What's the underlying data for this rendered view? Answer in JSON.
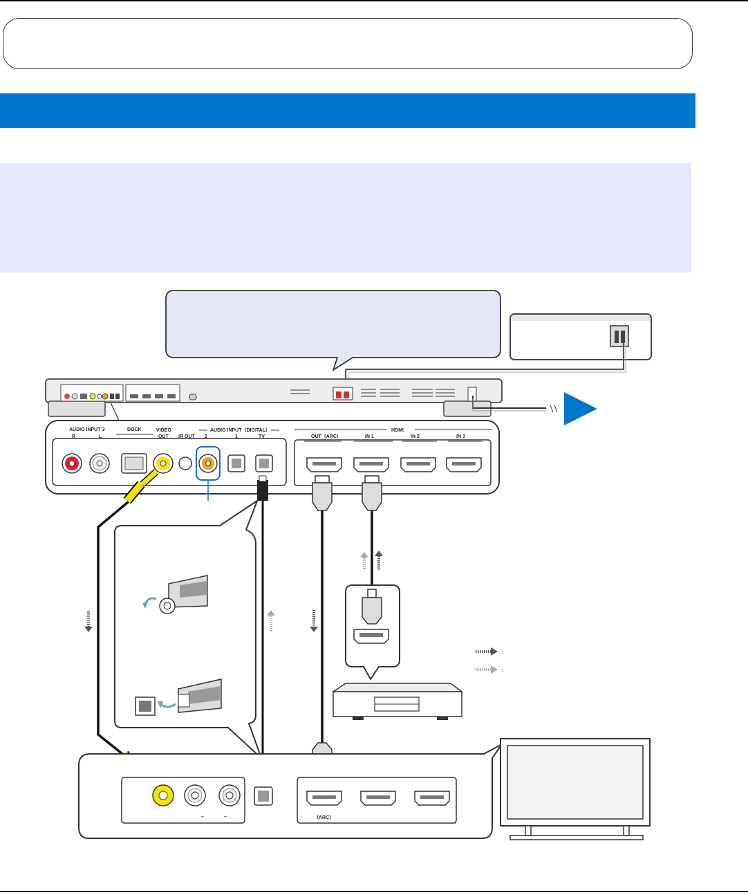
{
  "rear_panel": {
    "audio_input_3": "AUDIO INPUT 3",
    "r": "R",
    "l": "L",
    "dock": "DOCK",
    "video_out_line1": "VIDEO",
    "video_out_line2": "OUT",
    "ir_out": "IR OUT",
    "audio_input_digital": "AUDIO INPUT（DIGITAL）",
    "digital_2": "2",
    "digital_1": "1",
    "digital_tv": "TV",
    "hdmi": "HDMI",
    "hdmi_out_arc": "OUT（ARC）",
    "hdmi_in1": "IN 1",
    "hdmi_in2": "IN 2",
    "hdmi_in3": "IN 3"
  },
  "tv_panel": {
    "arc": "（ARC）",
    "dash_a": "–",
    "dash_b": "–"
  },
  "legend": {
    "colon_a": ":",
    "colon_b": ":"
  },
  "colors": {
    "banner_blue": "#0077cc",
    "note_panel": "#e5e9fb",
    "callout_fill": "#e3e7f6",
    "yellow_jack": "#f4e600",
    "red_jack": "#e0202a",
    "orange_jack": "#f0a020",
    "highlight_blue": "#1a6fb8"
  }
}
